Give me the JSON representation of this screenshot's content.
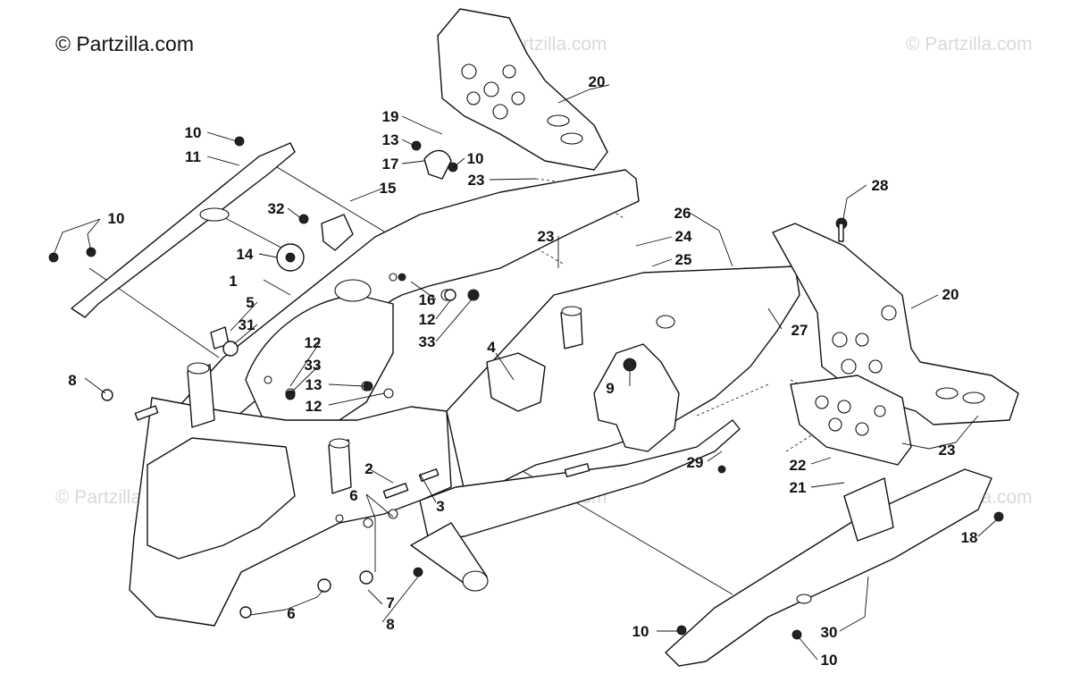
{
  "copyright": "© Partzilla.com",
  "watermark_text": "© Partzilla.com",
  "colors": {
    "ink": "#111111",
    "watermark": "#d9d9d9",
    "background": "#ffffff"
  },
  "callouts": [
    {
      "id": "c-1",
      "label": "1"
    },
    {
      "id": "c-2",
      "label": "2"
    },
    {
      "id": "c-3",
      "label": "3"
    },
    {
      "id": "c-4",
      "label": "4"
    },
    {
      "id": "c-5",
      "label": "5"
    },
    {
      "id": "c-6a",
      "label": "6"
    },
    {
      "id": "c-6b",
      "label": "6"
    },
    {
      "id": "c-7",
      "label": "7"
    },
    {
      "id": "c-8a",
      "label": "8"
    },
    {
      "id": "c-8b",
      "label": "8"
    },
    {
      "id": "c-9",
      "label": "9"
    },
    {
      "id": "c-10a",
      "label": "10"
    },
    {
      "id": "c-10b",
      "label": "10"
    },
    {
      "id": "c-10c",
      "label": "10"
    },
    {
      "id": "c-10d",
      "label": "10"
    },
    {
      "id": "c-10e",
      "label": "10"
    },
    {
      "id": "c-11",
      "label": "11"
    },
    {
      "id": "c-12a",
      "label": "12"
    },
    {
      "id": "c-12b",
      "label": "12"
    },
    {
      "id": "c-12c",
      "label": "12"
    },
    {
      "id": "c-13a",
      "label": "13"
    },
    {
      "id": "c-13b",
      "label": "13"
    },
    {
      "id": "c-14",
      "label": "14"
    },
    {
      "id": "c-15",
      "label": "15"
    },
    {
      "id": "c-16",
      "label": "16"
    },
    {
      "id": "c-17",
      "label": "17"
    },
    {
      "id": "c-18",
      "label": "18"
    },
    {
      "id": "c-19",
      "label": "19"
    },
    {
      "id": "c-20a",
      "label": "20"
    },
    {
      "id": "c-20b",
      "label": "20"
    },
    {
      "id": "c-21",
      "label": "21"
    },
    {
      "id": "c-22",
      "label": "22"
    },
    {
      "id": "c-23a",
      "label": "23"
    },
    {
      "id": "c-23b",
      "label": "23"
    },
    {
      "id": "c-23c",
      "label": "23"
    },
    {
      "id": "c-24",
      "label": "24"
    },
    {
      "id": "c-25",
      "label": "25"
    },
    {
      "id": "c-26",
      "label": "26"
    },
    {
      "id": "c-27",
      "label": "27"
    },
    {
      "id": "c-28",
      "label": "28"
    },
    {
      "id": "c-29",
      "label": "29"
    },
    {
      "id": "c-30",
      "label": "30"
    },
    {
      "id": "c-31",
      "label": "31"
    },
    {
      "id": "c-32",
      "label": "32"
    },
    {
      "id": "c-33a",
      "label": "33"
    },
    {
      "id": "c-33b",
      "label": "33"
    }
  ]
}
